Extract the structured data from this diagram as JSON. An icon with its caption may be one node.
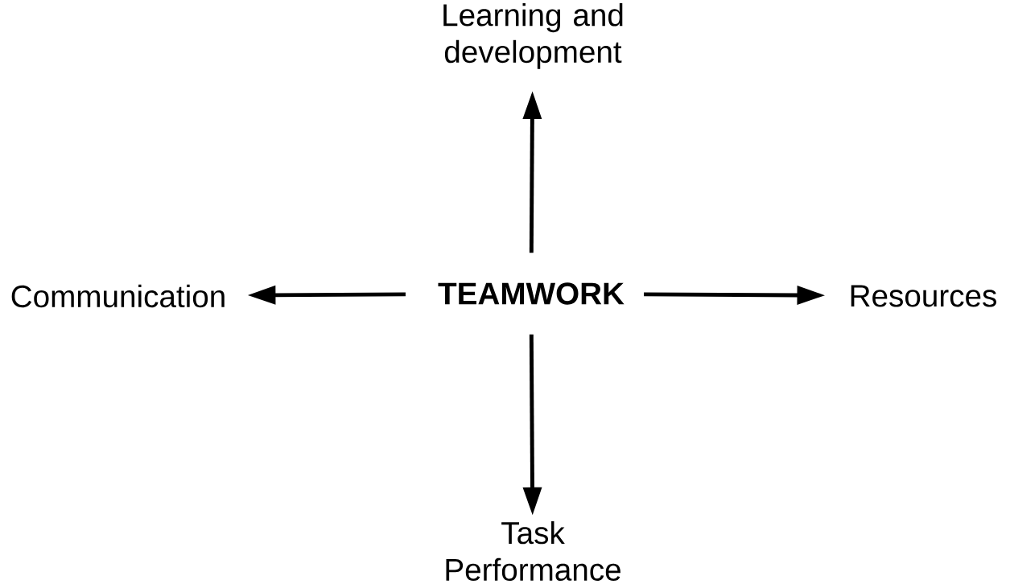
{
  "diagram": {
    "nodes": [
      {
        "text": [
          "TEAMWORK"
        ]
      },
      {
        "text": [
          "Learning and development"
        ]
      },
      {
        "text": [
          "Communication"
        ]
      },
      {
        "text": [
          "Resources"
        ]
      },
      {
        "text": [
          "Task Performance"
        ]
      }
    ],
    "edges": [
      {
        "from": 0,
        "to": 1,
        "arrow": "to"
      },
      {
        "from": 0,
        "to": 2,
        "arrow": "to"
      },
      {
        "from": 0,
        "to": 3,
        "arrow": "to"
      },
      {
        "from": 0,
        "to": 4,
        "arrow": "to"
      }
    ]
  }
}
